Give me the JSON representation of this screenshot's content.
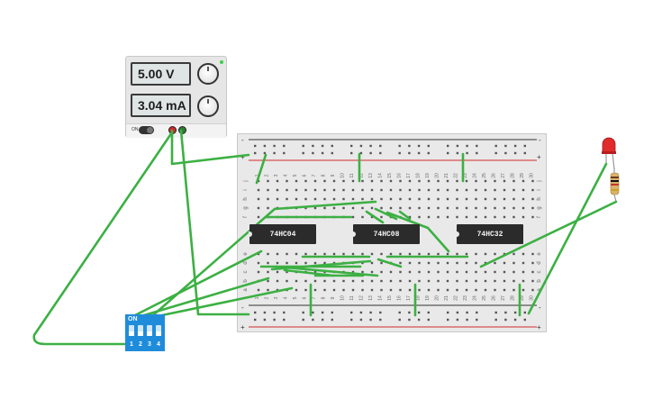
{
  "power_supply": {
    "voltage": "5.00 V",
    "current": "3.04 mA",
    "switch_label": "ON"
  },
  "breadboard": {
    "rail_plus": "+",
    "rail_minus": "-",
    "column_numbers": [
      "1",
      "2",
      "3",
      "4",
      "5",
      "6",
      "7",
      "8",
      "9",
      "10",
      "11",
      "12",
      "13",
      "14",
      "15",
      "16",
      "17",
      "18",
      "19",
      "20",
      "21",
      "22",
      "23",
      "24",
      "25",
      "26",
      "27",
      "28",
      "29",
      "30"
    ],
    "row_letters_top": [
      "j",
      "i",
      "h",
      "g",
      "f"
    ],
    "row_letters_bottom": [
      "e",
      "d",
      "c",
      "b",
      "a"
    ]
  },
  "chips": [
    {
      "label": "74HC04"
    },
    {
      "label": "74HC08"
    },
    {
      "label": "74HC32"
    }
  ],
  "dip_switch": {
    "on_label": "ON",
    "switch_numbers": [
      "1",
      "2",
      "3",
      "4"
    ]
  },
  "colors": {
    "wire": "#3cb043",
    "rail_red": "#d12b2b",
    "rail_dark": "#333333",
    "chip": "#2b2b2b",
    "dip": "#1f8cdb",
    "led": "#e12b2b"
  }
}
